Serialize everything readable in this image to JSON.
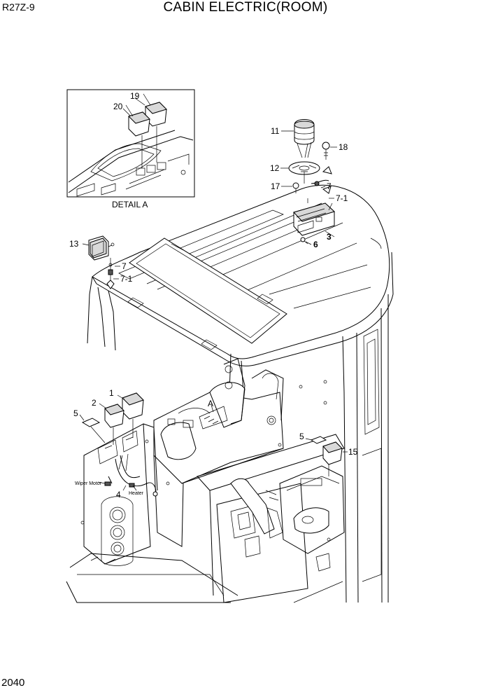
{
  "header": {
    "model": "R27Z-9",
    "title": "CABIN ELECTRIC(ROOM)"
  },
  "footer": {
    "page_number": "2040"
  },
  "detail_caption": "DETAIL A",
  "detail_marker": "A",
  "callouts": {
    "c1": "1",
    "c2": "2",
    "c3": "3",
    "c4": "4",
    "c5a": "5",
    "c5b": "5",
    "c6": "6",
    "c7a": "7",
    "c7b": "7",
    "c71a": "7-1",
    "c71b": "7-1",
    "c11": "11",
    "c12": "12",
    "c13": "13",
    "c15": "15",
    "c17": "17",
    "c18": "18",
    "c19": "19",
    "c20": "20"
  },
  "wire_labels": {
    "wiper": "Wiper Motor",
    "heater": "Heater"
  }
}
